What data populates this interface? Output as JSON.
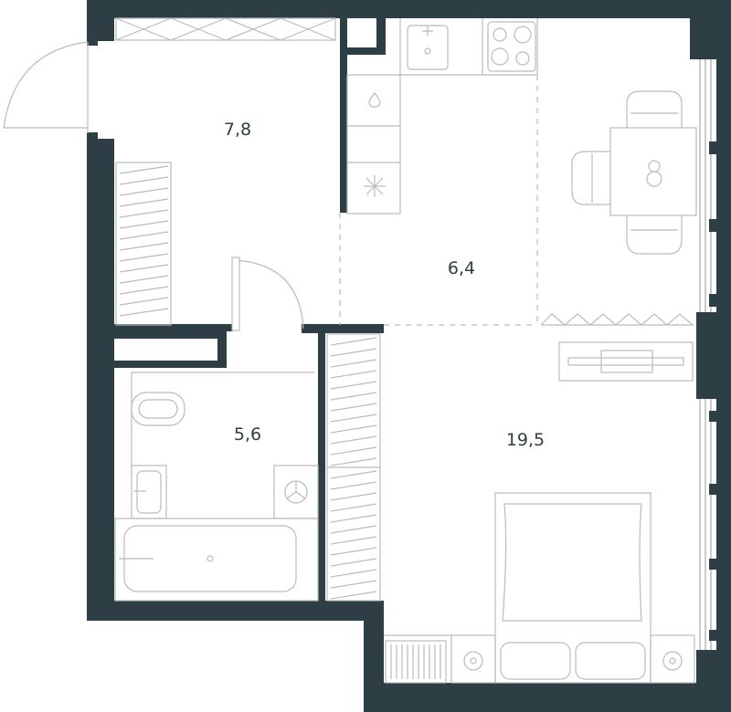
{
  "rooms": [
    {
      "id": "hallway",
      "area": "7,8"
    },
    {
      "id": "kitchen",
      "area": "6,4"
    },
    {
      "id": "bathroom",
      "area": "5,6"
    },
    {
      "id": "living-room",
      "area": "19,5"
    }
  ],
  "colors": {
    "wall": "#2d3e44",
    "line": "#b7bcbe",
    "floor": "#ffffff"
  }
}
